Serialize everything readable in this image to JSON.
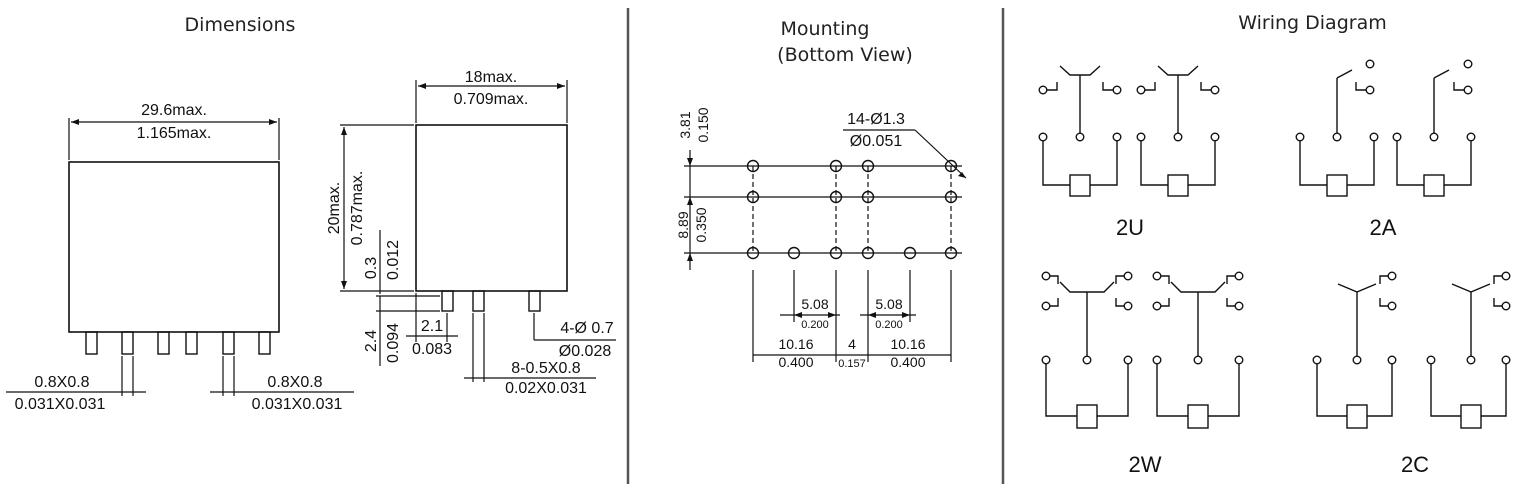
{
  "panels": {
    "dimensions": {
      "title": "Dimensions",
      "front": {
        "width_mm": "29.6max.",
        "width_in": "1.165max.",
        "pin_left_mm": "0.8X0.8",
        "pin_left_in": "0.031X0.031",
        "pin_right_mm": "0.8X0.8",
        "pin_right_in": "0.031X0.031"
      },
      "side": {
        "width_mm": "18max.",
        "width_in": "0.709max.",
        "height_mm": "20max.",
        "height_in": "0.787max.",
        "standoff_mm": "0.3",
        "standoff_in": "0.012",
        "pin_len_mm": "2.4",
        "pin_len_in": "0.094",
        "pin_off_mm": "2.1",
        "pin_off_in": "0.083",
        "hole_mm": "4-Ø 0.7",
        "hole_in": "Ø0.028",
        "pin_size_mm": "8-0.5X0.8",
        "pin_size_in": "0.02X0.031"
      }
    },
    "mounting": {
      "title_line1": "Mounting",
      "title_line2": "(Bottom View)",
      "holes_mm": "14-Ø1.3",
      "holes_in": "Ø0.051",
      "v_top_mm": "3.81",
      "v_top_in": "0.150",
      "v_mid_mm": "8.89",
      "v_mid_in": "0.350",
      "h_pitch_l_mm": "5.08",
      "h_pitch_l_in": "0.200",
      "h_pitch_r_mm": "5.08",
      "h_pitch_r_in": "0.200",
      "h_span_l_mm": "10.16",
      "h_span_l_in": "0.400",
      "h_gap_mm": "4",
      "h_gap_in": "0.157",
      "h_span_r_mm": "10.16",
      "h_span_r_in": "0.400"
    },
    "wiring": {
      "title": "Wiring Diagram",
      "codes": [
        "2U",
        "2A",
        "2W",
        "2C"
      ]
    }
  },
  "colors": {
    "line": "#111111",
    "divider": "#555555"
  }
}
